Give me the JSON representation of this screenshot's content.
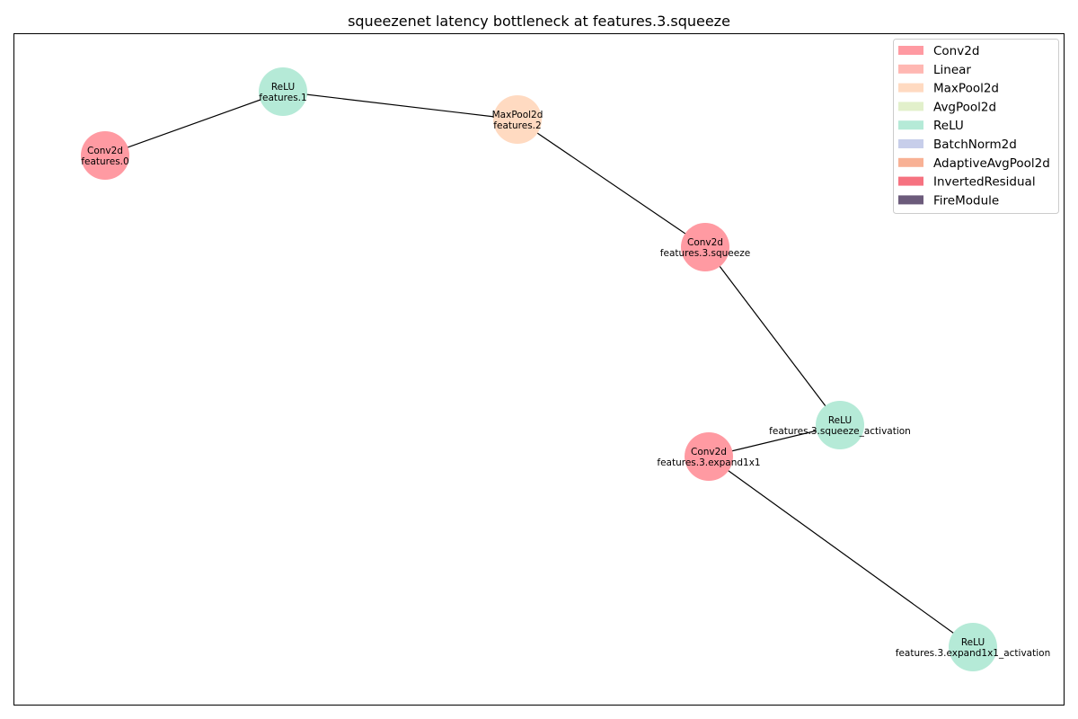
{
  "title": "squeezenet latency bottleneck at features.3.squeeze",
  "colors": {
    "Conv2d": "#ff9aa2",
    "Linear": "#ffb7b2",
    "MaxPool2d": "#ffdac1",
    "AvgPool2d": "#e2f0cb",
    "ReLU": "#b5ead7",
    "BatchNorm2d": "#c7ceea",
    "AdaptiveAvgPool2d": "#f8b195",
    "InvertedResidual": "#f67280",
    "FireModule": "#6c5b7b",
    "edge": "#000000",
    "frame": "#000000"
  },
  "legend": [
    {
      "label": "Conv2d",
      "color": "#ff9aa2"
    },
    {
      "label": "Linear",
      "color": "#ffb7b2"
    },
    {
      "label": "MaxPool2d",
      "color": "#ffdac1"
    },
    {
      "label": "AvgPool2d",
      "color": "#e2f0cb"
    },
    {
      "label": "ReLU",
      "color": "#b5ead7"
    },
    {
      "label": "BatchNorm2d",
      "color": "#c7ceea"
    },
    {
      "label": "AdaptiveAvgPool2d",
      "color": "#f8b195"
    },
    {
      "label": "InvertedResidual",
      "color": "#f67280"
    },
    {
      "label": "FireModule",
      "color": "#6c5b7b"
    }
  ],
  "nodes": [
    {
      "id": "features.0",
      "type": "Conv2d",
      "label": "features.0"
    },
    {
      "id": "features.1",
      "type": "ReLU",
      "label": "features.1"
    },
    {
      "id": "features.2",
      "type": "MaxPool2d",
      "label": "features.2"
    },
    {
      "id": "features.3.squeeze",
      "type": "Conv2d",
      "label": "features.3.squeeze"
    },
    {
      "id": "features.3.squeeze_activation",
      "type": "ReLU",
      "label": "features.3.squeeze_activation"
    },
    {
      "id": "features.3.expand1x1",
      "type": "Conv2d",
      "label": "features.3.expand1x1"
    },
    {
      "id": "features.3.expand1x1_activation",
      "type": "ReLU",
      "label": "features.3.expand1x1_activation"
    }
  ],
  "edges": [
    {
      "from": "features.0",
      "to": "features.1"
    },
    {
      "from": "features.1",
      "to": "features.2"
    },
    {
      "from": "features.2",
      "to": "features.3.squeeze"
    },
    {
      "from": "features.3.squeeze",
      "to": "features.3.squeeze_activation"
    },
    {
      "from": "features.3.squeeze_activation",
      "to": "features.3.expand1x1"
    },
    {
      "from": "features.3.expand1x1",
      "to": "features.3.expand1x1_activation"
    }
  ]
}
